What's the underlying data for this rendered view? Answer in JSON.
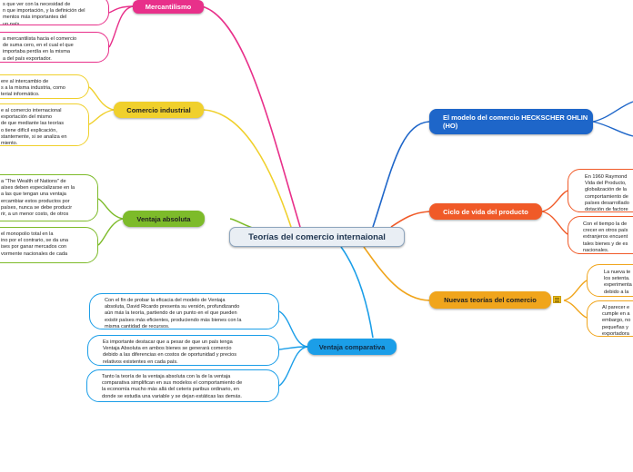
{
  "central": {
    "title": "Teorías del comercio internaional"
  },
  "branches": {
    "mercantilismo": {
      "label": "Mercantilismo",
      "color": "#e8308a",
      "notes": [
        "s que ver con la necesidad de\nn que importación, y la definición del\nmentos más importantes del\nun país.",
        "a mercantilista hacia el comercio\nde suma cero, en el cual el que\nimportaba perdía en la misma\na del país exportador."
      ]
    },
    "comercio_industrial": {
      "label": "Comercio industrial",
      "color": "#f0d02c",
      "notes": [
        "ere al intercambio de\ns a la misma industria, como\nterial informático.",
        "e al comercio internacional\nexportación del mismo\nde que mediante las teorías\no tiene difícil explicación,\nstantemente, si se analiza en\nmiento."
      ]
    },
    "ventaja_absoluta": {
      "label": "Ventaja absoluta",
      "color": "#7dbb2a",
      "notes": [
        "a \"The Wealth of Nations\" de\naíses deben especializarse en la\na las que tengan una ventaja\nercambiar estos productos por\npaíses, nunca se debe producir\nrir, a un menor costo, de otros",
        "el monopolio total en la\nino por el contrario, se da una\nises por ganar mercados con\nvormente nacionales de cada"
      ]
    },
    "ventaja_comparativa": {
      "label": "Ventaja comparativa",
      "color": "#1b9ee8",
      "notes": [
        "Con el fin de probar la eficacia del modelo de Ventaja\nabsoluta, David Ricardo presenta su versión, profundizando\naún más la teoría, partiendo de un punto en el que pueden\nexistir países más eficientes, produciendo más bienes con la\nmisma cantidad de recursos.",
        "Es importante destacar que a pesar de que un país tenga\nVentaja Absoluta en ambos bienes se generará comercio\ndebido a las diferencias en costos de oportunidad y precios\nrelativos existentes en cada país.",
        "Tanto la teoría de la ventaja absoluta con la de la ventaja\ncomparativa simplifican en sus modelos el comportamiento de\nla economía mucho más allá del ceteris paribus ordinario, en\ndonde se estudia una variable y se dejan estáticas las demás."
      ]
    },
    "hecksher_ohlin": {
      "label": "El modelo del comercio HECKSCHER OHLIN\n(HO)",
      "color": "#1e66c9"
    },
    "ciclo_vida": {
      "label": "Ciclo de vida del producto",
      "color": "#f05a28",
      "notes": [
        "En 1960 Raymond\nVida del Producto,\nglobalización de la\ncomportamiento de\npaíses desarrollado\ndotación de factore",
        "Con el tiempo la de\ncrecer en otros país\nextranjeros encuent\ntales bienes y de es\nnacionales."
      ]
    },
    "nuevas_teorias": {
      "label": "Nuevas teorías del comercio",
      "color": "#f0a51c",
      "notes": [
        "La nueva te\nlos setenta.\nexperimenta\ndebido a la",
        "Al parecer e\ncumple en a\nembargo, no\npequeñas y\nexportadora"
      ]
    }
  }
}
